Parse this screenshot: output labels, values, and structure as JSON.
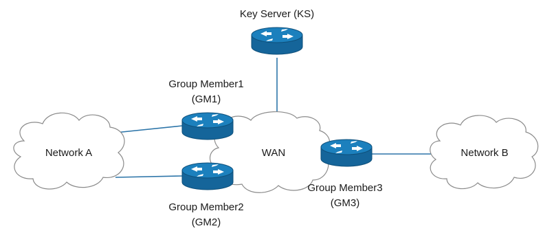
{
  "colors": {
    "router_top": "#1c80bd",
    "router_body": "#15659a",
    "router_edge": "#0e4f7a",
    "link": "#2b74a8",
    "cloud_stroke": "#8a8a8a"
  },
  "nodes": {
    "key_server": {
      "label": "Key Server (KS)",
      "icon": "router-icon"
    },
    "gm1": {
      "label_line1": "Group Member1",
      "label_line2": "(GM1)",
      "icon": "router-icon"
    },
    "gm2": {
      "label_line1": "Group Member2",
      "label_line2": "(GM2)",
      "icon": "router-icon"
    },
    "gm3": {
      "label_line1": "Group Member3",
      "label_line2": "(GM3)",
      "icon": "router-icon"
    }
  },
  "clouds": {
    "network_a": {
      "label": "Network A",
      "icon": "cloud-icon"
    },
    "wan": {
      "label": "WAN",
      "icon": "cloud-icon"
    },
    "network_b": {
      "label": "Network B",
      "icon": "cloud-icon"
    }
  }
}
